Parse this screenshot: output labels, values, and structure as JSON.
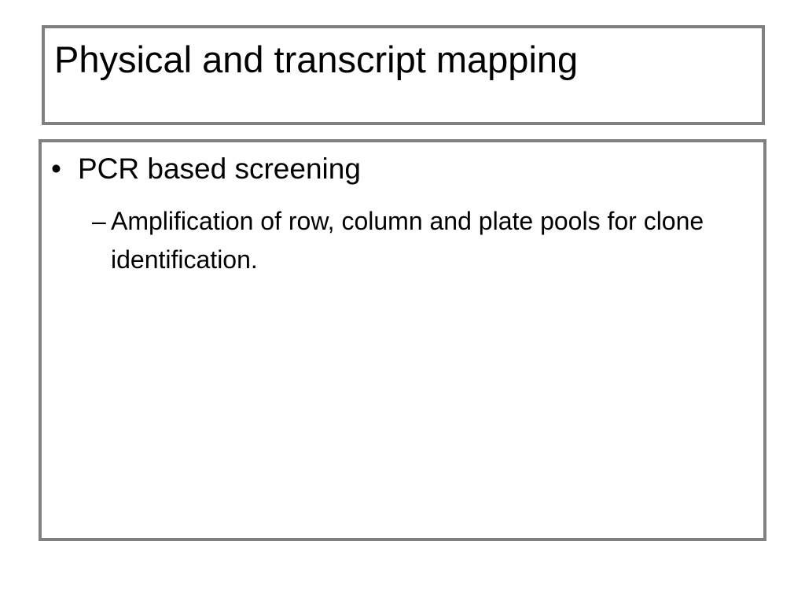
{
  "slide": {
    "title": "Physical and transcript mapping",
    "bullets": [
      {
        "marker": "•",
        "text": "PCR based screening",
        "sub": [
          {
            "marker": "–",
            "text": "Amplification of row, column and plate pools for clone identification."
          }
        ]
      }
    ]
  },
  "colors": {
    "border": "#808080",
    "text": "#000000",
    "background": "#ffffff"
  }
}
